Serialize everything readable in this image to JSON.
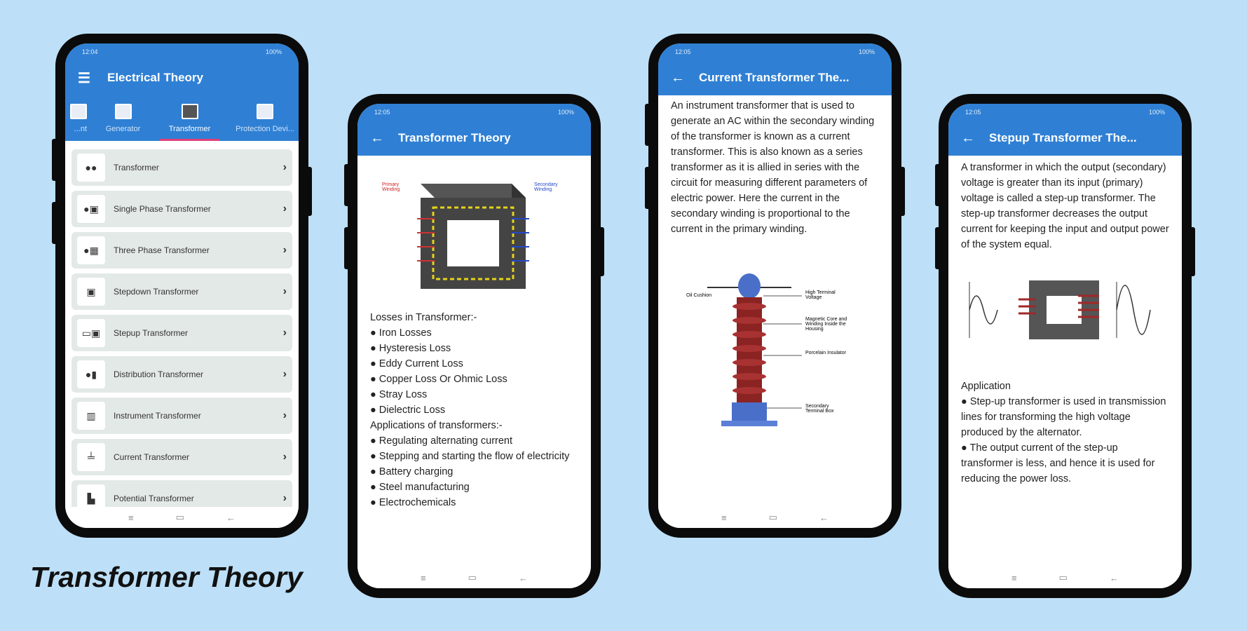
{
  "caption": "Transformer Theory",
  "phone1": {
    "status_left": "12:04",
    "status_right": "100%",
    "title": "Electrical Theory",
    "tabs": [
      {
        "label": "...nt"
      },
      {
        "label": "Generator"
      },
      {
        "label": "Transformer"
      },
      {
        "label": "Protection Devi..."
      }
    ],
    "items": [
      "Transformer",
      "Single Phase Transformer",
      "Three Phase Transformer",
      "Stepdown Transformer",
      "Stepup Transformer",
      "Distribution Transformer",
      "Instrument Transformer",
      "Current Transformer",
      "Potential Transformer"
    ]
  },
  "phone2": {
    "status_left": "12:05",
    "status_right": "100%",
    "title": "Transformer Theory",
    "diagram_labels": [
      "Primary Winding",
      "Secondary Winding"
    ],
    "lines": [
      "Losses in Transformer:-",
      "● Iron Losses",
      "● Hysteresis Loss",
      "● Eddy Current Loss",
      "● Copper Loss Or Ohmic Loss",
      "● Stray Loss",
      "● Dielectric Loss",
      "Applications of transformers:-",
      "● Regulating alternating current",
      "● Stepping and starting the flow of electricity",
      "● Battery charging",
      "● Steel manufacturing",
      "● Electrochemicals"
    ]
  },
  "phone3": {
    "status_left": "12:05",
    "status_right": "100%",
    "title": "Current Transformer The...",
    "paragraph": "An instrument transformer that is used to generate an AC within the secondary winding of the transformer is known as a current transformer. This is also known as a series transformer as it is allied in series with the circuit for measuring different parameters of electric power. Here the current in the secondary winding is proportional to the current in the primary winding.",
    "diagram_labels": [
      "Oil Cushion",
      "High Terminal Voltage",
      "Magnetic Core and Winding Inside the Housing",
      "Porcelain Insulator",
      "Secondary Terminal Box"
    ]
  },
  "phone4": {
    "status_left": "12:05",
    "status_right": "100%",
    "title": "Stepup Transformer The...",
    "paragraph": "A transformer in which the output (secondary) voltage is greater than its input (primary) voltage is called a step-up transformer. The step-up transformer decreases the output current for keeping the input and output power of the system equal.",
    "app_heading": "Application",
    "app_lines": [
      "● Step-up transformer is used in transmission lines for transforming the high voltage produced by the alternator.",
      "● The output current of the step-up transformer is less, and hence it is used for reducing the power loss."
    ]
  },
  "nav": {
    "menu": "≡",
    "home": "▭",
    "back": "←"
  }
}
